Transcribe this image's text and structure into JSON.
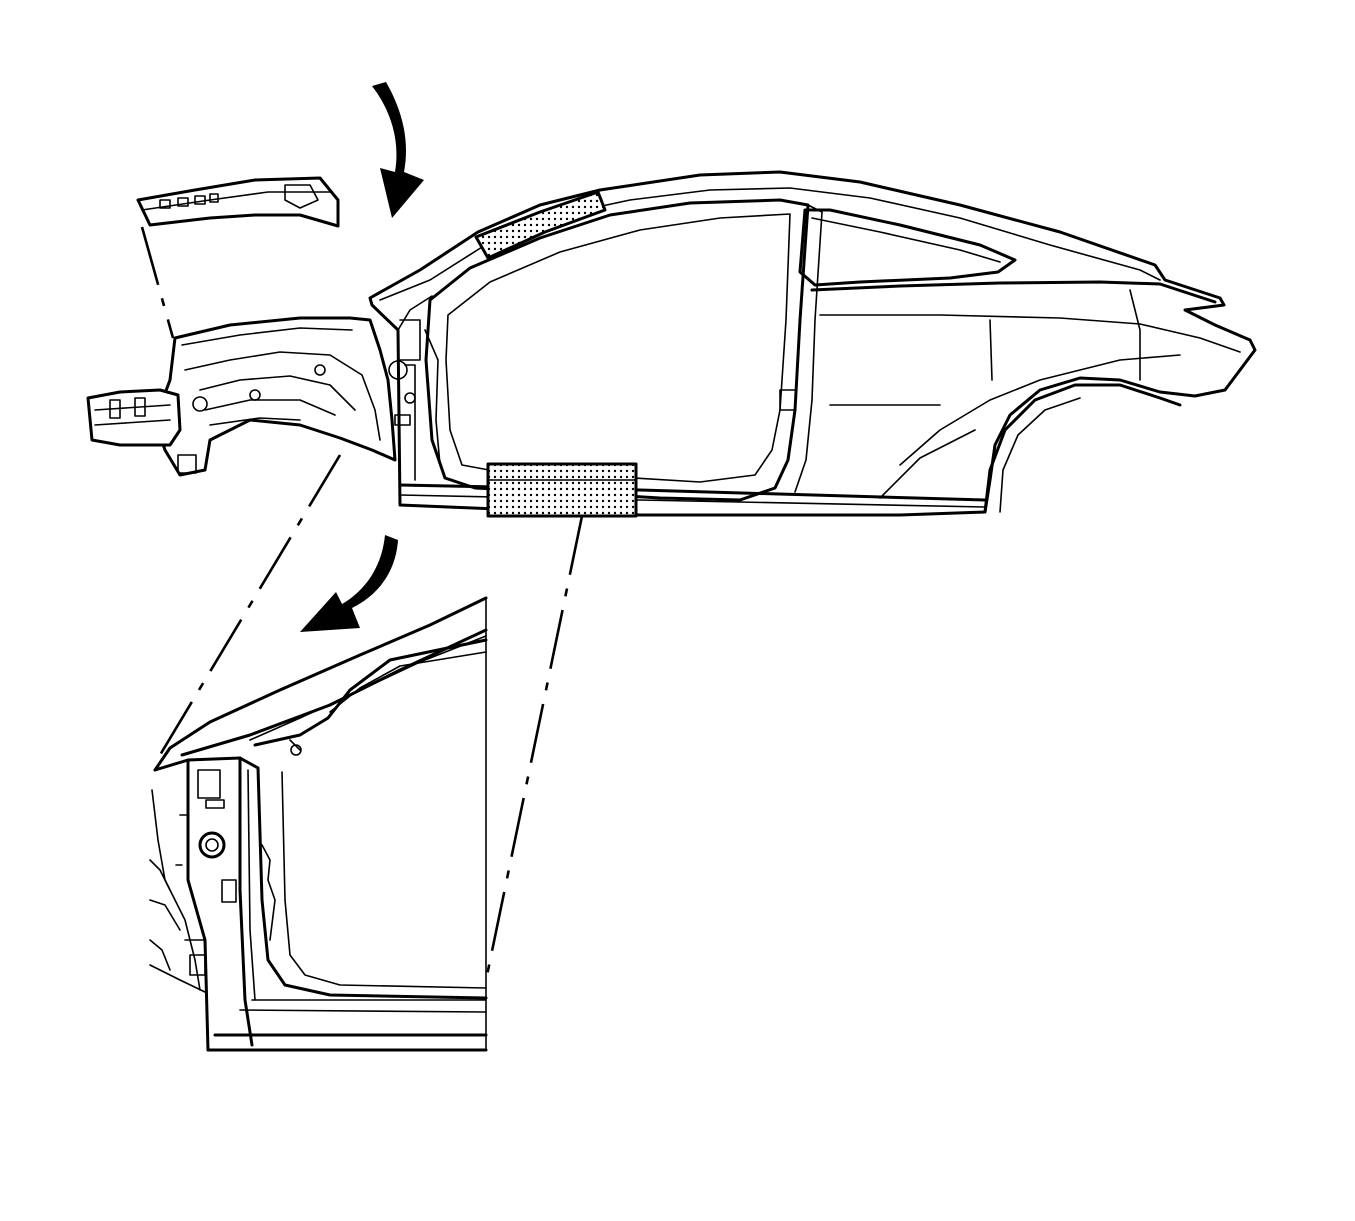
{
  "figure": {
    "kind": "line-art",
    "colors": {
      "ink": "#000000",
      "paper": "#ffffff"
    },
    "icons": [
      "rotation-arrow-icon",
      "rotation-arrow-icon"
    ],
    "parts": [
      "body-side-panel",
      "front-structure-assembly",
      "front-hinge-pillar-detail",
      "roof-rail-shaded-area",
      "rocker-panel-shaded-area"
    ]
  }
}
